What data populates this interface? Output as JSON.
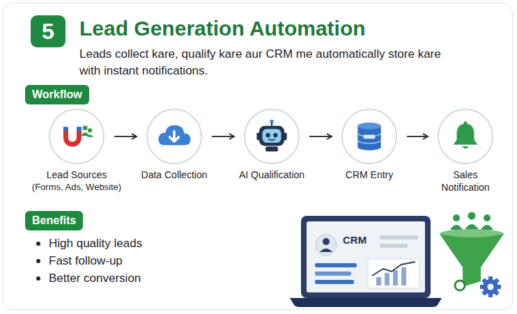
{
  "diagram": {
    "title": "Lead Generation Automation",
    "nodes": [
      {
        "text": [
          "5"
        ]
      },
      {
        "text": [
          "Workflow"
        ]
      },
      {
        "text": [
          "Lead Sources",
          "(Forms, Ads, Website)"
        ]
      },
      {
        "text": [
          "Data Collection"
        ]
      },
      {
        "text": [
          "AI Qualification"
        ]
      },
      {
        "text": [
          "CRM Entry"
        ]
      },
      {
        "text": [
          "Sales Notification"
        ]
      },
      {
        "text": [
          "Benefits"
        ]
      }
    ],
    "edges": [
      {
        "from": 2,
        "to": 3,
        "arrow": "to"
      },
      {
        "from": 3,
        "to": 4,
        "arrow": "to"
      },
      {
        "from": 4,
        "to": 5,
        "arrow": "to"
      },
      {
        "from": 5,
        "to": 6,
        "arrow": "to"
      }
    ],
    "labels": [
      "Leads collect kare, qualify kare aur CRM me automatically store kare with instant notifications.",
      "High quality leads",
      "Fast follow-up",
      "Better conversion",
      "CRM"
    ]
  }
}
